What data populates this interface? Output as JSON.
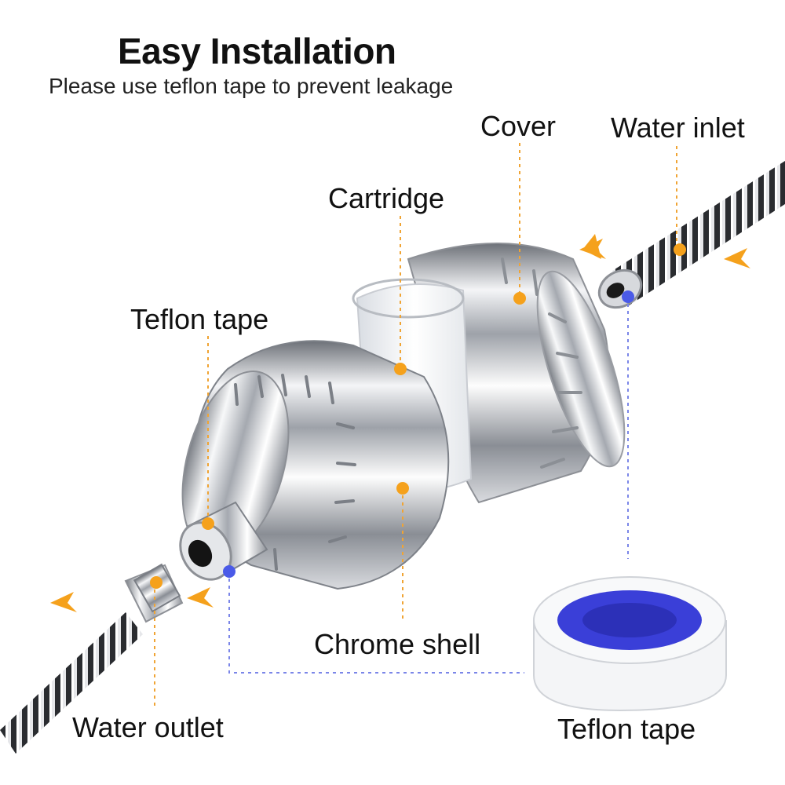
{
  "header": {
    "title": "Easy Installation",
    "subtitle": "Please use teflon tape to prevent leakage"
  },
  "labels": {
    "cover": "Cover",
    "water_inlet": "Water inlet",
    "cartridge": "Cartridge",
    "teflon_tape_top": "Teflon tape",
    "chrome_shell": "Chrome shell",
    "water_outlet": "Water outlet",
    "teflon_tape_bottom": "Teflon tape"
  },
  "colors": {
    "marker_orange": "#f5a11c",
    "marker_blue": "#4a5ae8",
    "chrome": "#c9ccd2",
    "tape_blue": "#3a3fd8"
  }
}
